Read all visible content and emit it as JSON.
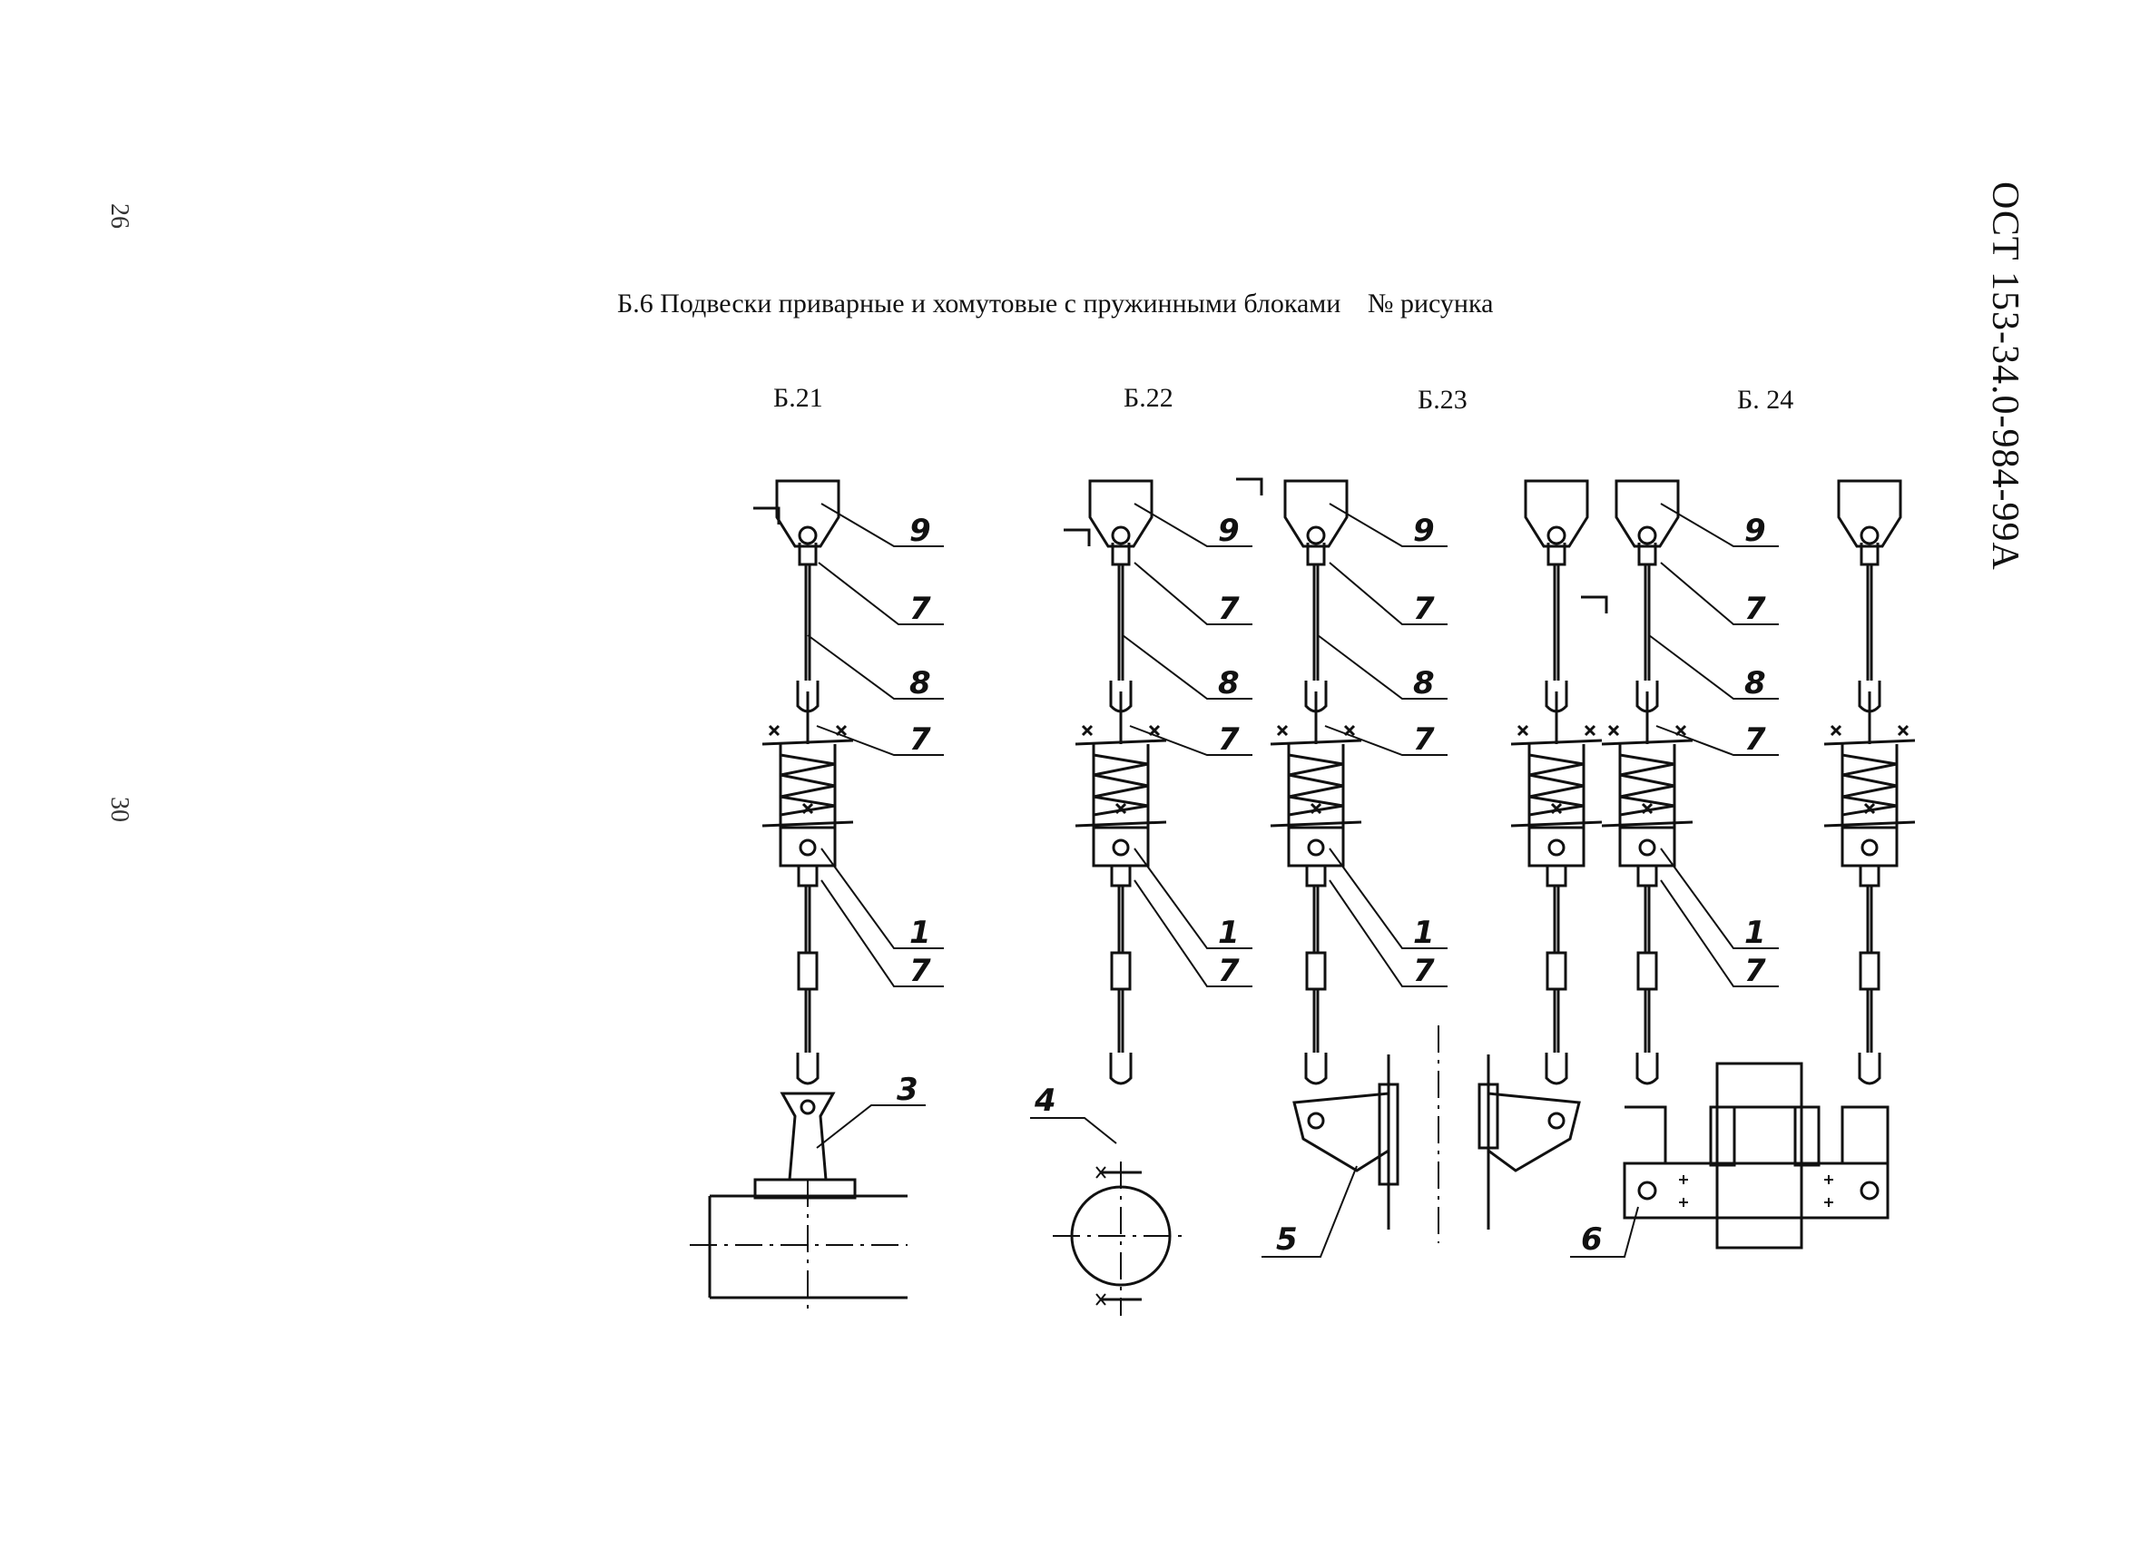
{
  "doc": {
    "code": "ОСТ 153-34.0-984-99А",
    "sheet_a": "26",
    "sheet_b": "30"
  },
  "heading": {
    "text": "Б.6 Подвески приварные и хомутовые с пружинными блоками",
    "figure_no": "№ рисунка"
  },
  "figures": [
    {
      "label": "Б.21"
    },
    {
      "label": "Б.22"
    },
    {
      "label": "Б.23"
    },
    {
      "label": "Б. 24"
    }
  ],
  "callouts": {
    "n1": "1",
    "n3": "3",
    "n4": "4",
    "n5": "5",
    "n6": "6",
    "n7": "7",
    "n8": "8",
    "n9": "9"
  }
}
